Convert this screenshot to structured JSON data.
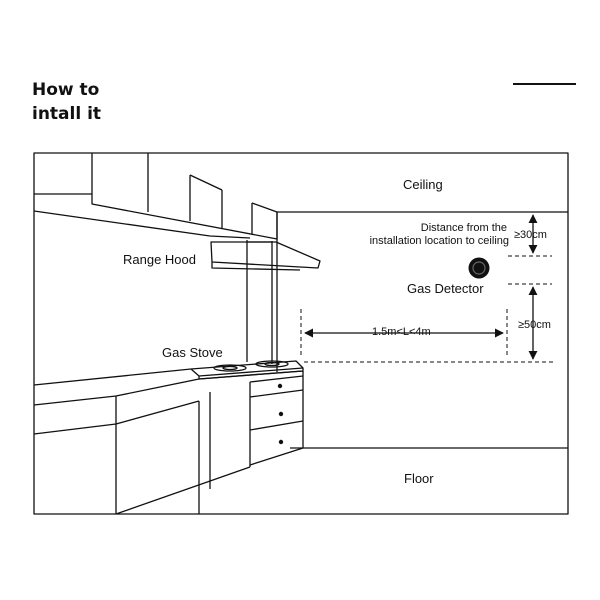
{
  "header": {
    "title_line1": "How to",
    "title_line2": "intall it"
  },
  "labels": {
    "ceiling": "Ceiling",
    "floor": "Floor",
    "range_hood": "Range Hood",
    "gas_stove": "Gas Stove",
    "gas_detector": "Gas Detector",
    "distance_line1": "Distance from the",
    "distance_line2": "installation location to ceiling",
    "dim_ceiling": "≥30cm",
    "dim_horizontal": "1.5m<L<4m",
    "dim_floor": "≥50cm"
  },
  "colors": {
    "line": "#111111",
    "background": "#ffffff"
  }
}
